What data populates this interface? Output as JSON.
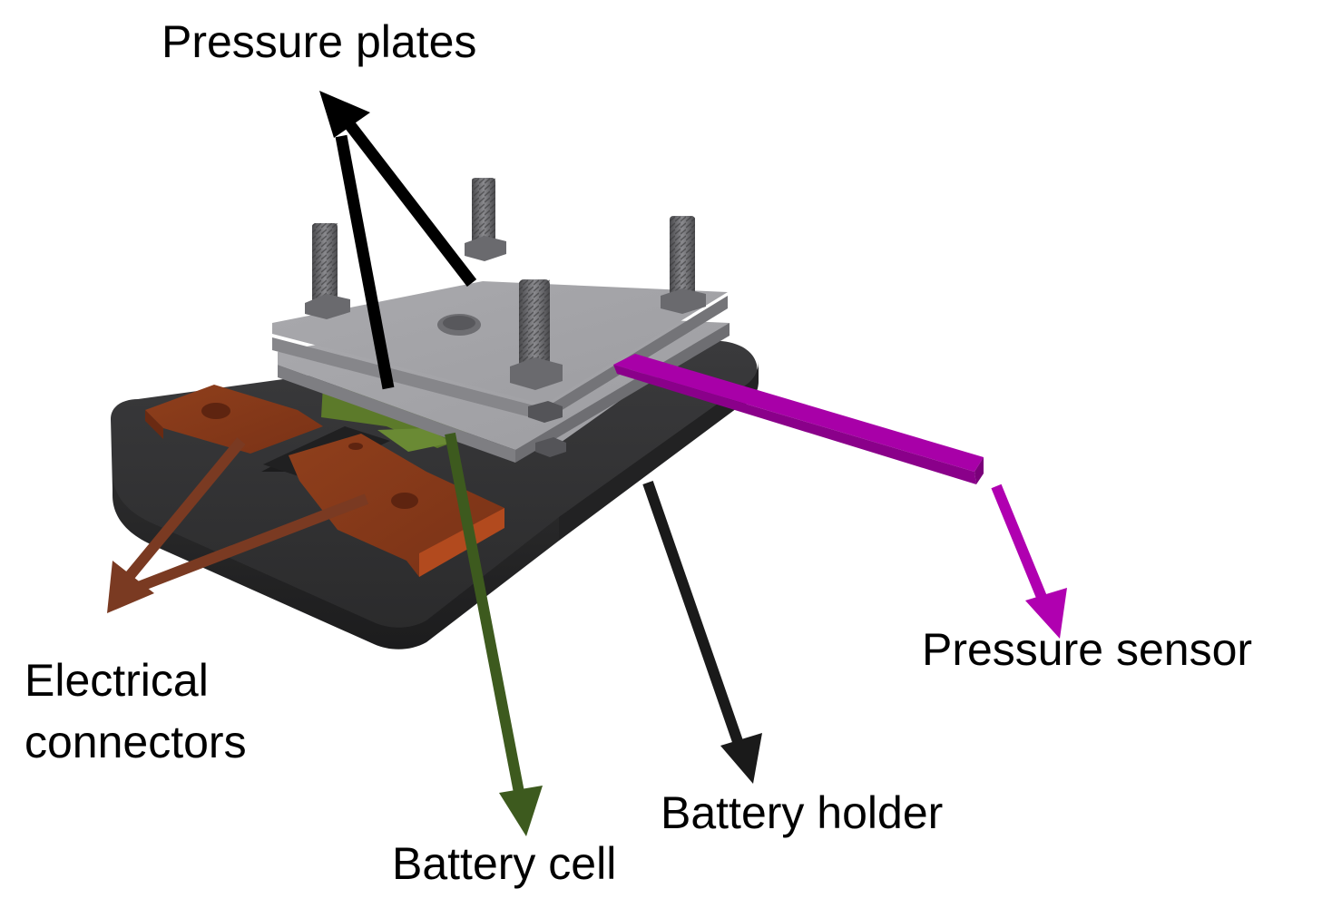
{
  "labels": {
    "pressure_plates": "Pressure plates",
    "electrical_connectors_line1": "Electrical",
    "electrical_connectors_line2": "connectors",
    "pressure_sensor": "Pressure sensor",
    "battery_holder": "Battery holder",
    "battery_cell": "Battery cell"
  },
  "colors": {
    "pressure_plates_arrow": "#000000",
    "electrical_connectors_arrow": "#7a3a22",
    "pressure_sensor_arrow": "#b000b0",
    "battery_holder_arrow": "#1a1a1a",
    "battery_cell_arrow": "#3d5a1e",
    "holder_body": "#2b2b2b",
    "plate": "#a8a8ab",
    "copper": "#8a3a1a",
    "sensor_strip": "#a000a0",
    "cell": "#5c7a2a"
  }
}
